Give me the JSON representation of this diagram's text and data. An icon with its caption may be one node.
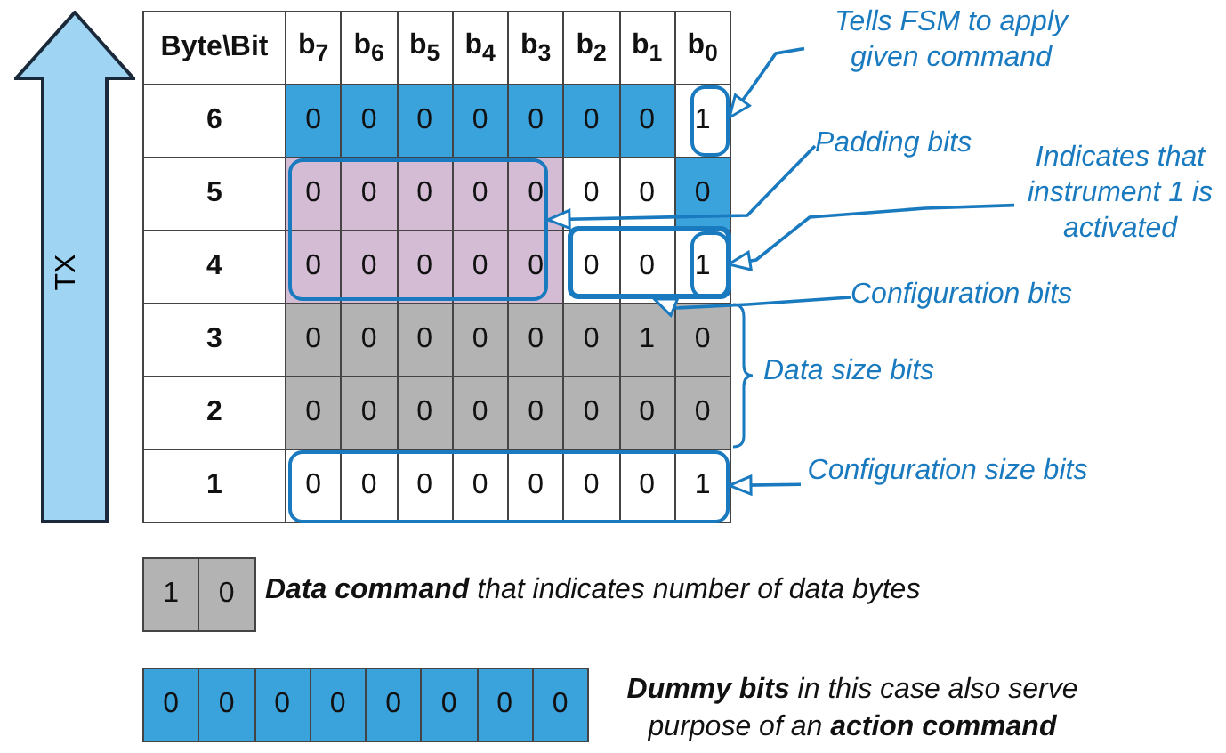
{
  "diagram": {
    "nodes": [
      {
        "text": [
          "TX"
        ]
      },
      {
        "text": [
          "Tells FSM to apply given command"
        ]
      },
      {
        "text": [],
        "shape": "box"
      },
      {
        "text": [
          "Padding bits"
        ]
      },
      {
        "text": [],
        "shape": "box"
      },
      {
        "text": [
          "Indicates that instrument 1 is activated"
        ]
      },
      {
        "text": [],
        "shape": "box",
        "in": 8
      },
      {
        "text": [
          "Configuration bits"
        ]
      },
      {
        "text": [],
        "shape": "box"
      },
      {
        "text": [
          "Configuration size bits"
        ]
      },
      {
        "text": [],
        "shape": "box"
      }
    ],
    "edges": [
      {
        "from": 1,
        "to": 2,
        "arrow": "to"
      },
      {
        "from": 3,
        "to": 4,
        "arrow": "to"
      },
      {
        "from": 5,
        "to": 6,
        "arrow": "to"
      },
      {
        "from": 7,
        "to": 8,
        "arrow": "to"
      },
      {
        "from": 9,
        "to": 10,
        "arrow": "to"
      }
    ],
    "labels": [
      "Byte\\Bit",
      "b$_{7}$",
      "b$_{6}$",
      "b$_{5}$",
      "b$_{4}$",
      "b$_{3}$",
      "b$_{2}$",
      "b$_{1}$",
      "b$_{0}$",
      "6",
      "0",
      "0",
      "0",
      "0",
      "0",
      "0",
      "0",
      "1",
      "5",
      "0",
      "0",
      "0",
      "0",
      "0",
      "0",
      "0",
      "0",
      "4",
      "0",
      "0",
      "0",
      "0",
      "0",
      "0",
      "0",
      "1",
      "3",
      "0",
      "0",
      "0",
      "0",
      "0",
      "0",
      "1",
      "0",
      "2",
      "0",
      "0",
      "0",
      "0",
      "0",
      "0",
      "0",
      "0",
      "1",
      "0",
      "0",
      "0",
      "0",
      "0",
      "0",
      "0",
      "1",
      "Data size bits",
      "1",
      "0",
      "0",
      "0",
      "0",
      "0",
      "0",
      "0",
      "0",
      "0"
    ],
    "legend": [
      {
        "text": "**Data command** that indicates number of data bytes",
        "color": "#b3b3b3"
      },
      {
        "text": "**Dummy bits** in this case also serve purpose of an **action command**",
        "color": "#3ba3dc"
      }
    ]
  }
}
